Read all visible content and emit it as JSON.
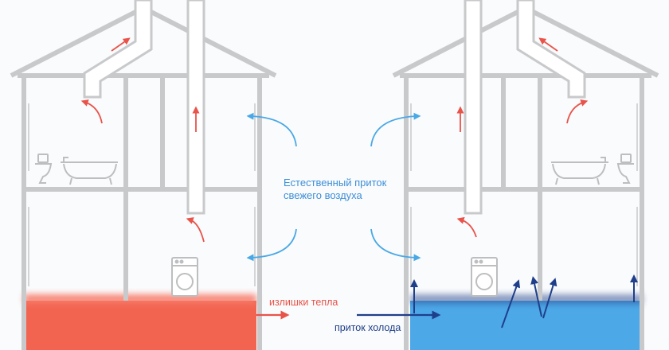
{
  "labels": {
    "fresh_air_line1": "Естественный приток",
    "fresh_air_line2": "свежего воздуха",
    "heat_excess": "излишки тепла",
    "cold_inflow": "приток холода"
  },
  "colors": {
    "wall": "#c8c9cb",
    "warm_arrow": "#e8534a",
    "warm_fill": "#f26450",
    "cool_arrow": "#4aa8e6",
    "cold_fill": "#4da8e8",
    "cold_arrow": "#1f3f8a",
    "label_blue": "#3d8fd8"
  },
  "icons": [
    "toilet-icon",
    "bathtub-icon",
    "washing-machine-icon"
  ]
}
